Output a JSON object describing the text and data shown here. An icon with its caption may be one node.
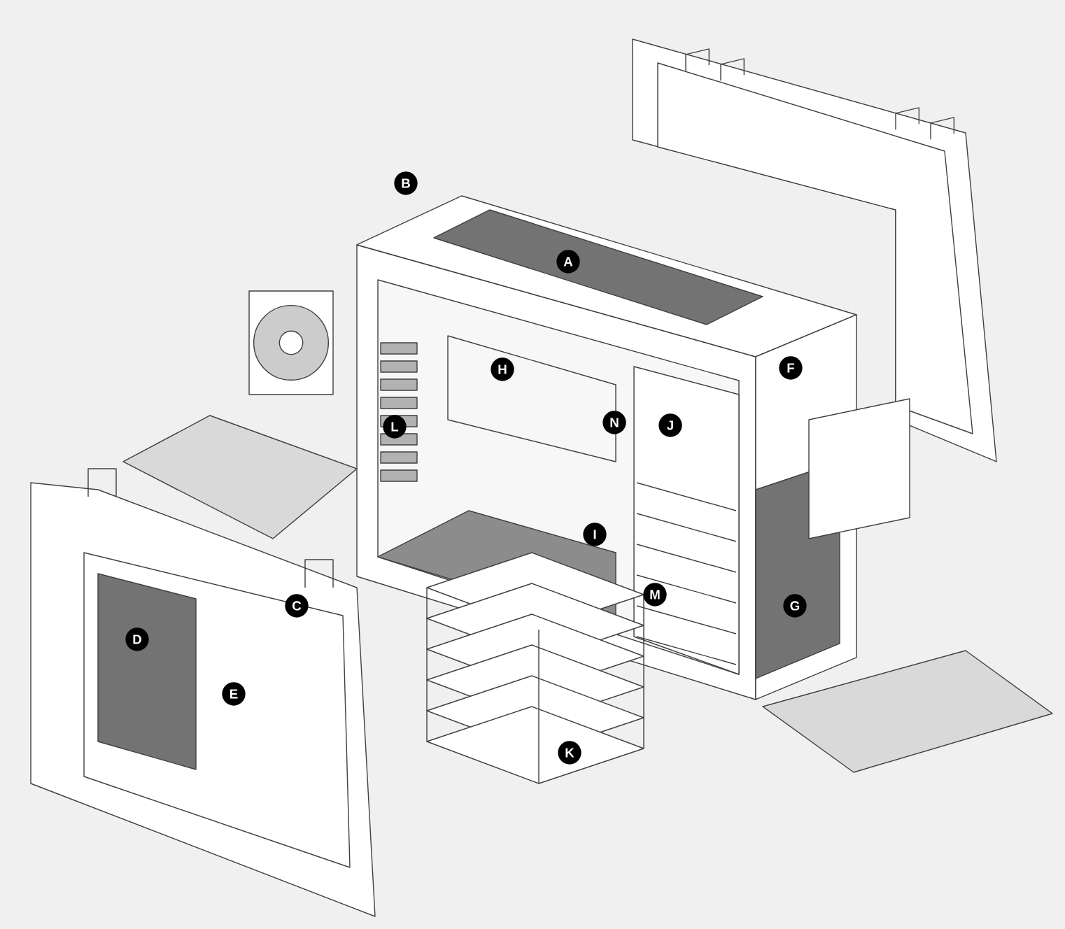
{
  "diagram": {
    "labels": [
      "B",
      "A",
      "H",
      "F",
      "L",
      "N",
      "J",
      "I",
      "M",
      "C",
      "G",
      "D",
      "E",
      "K"
    ]
  }
}
